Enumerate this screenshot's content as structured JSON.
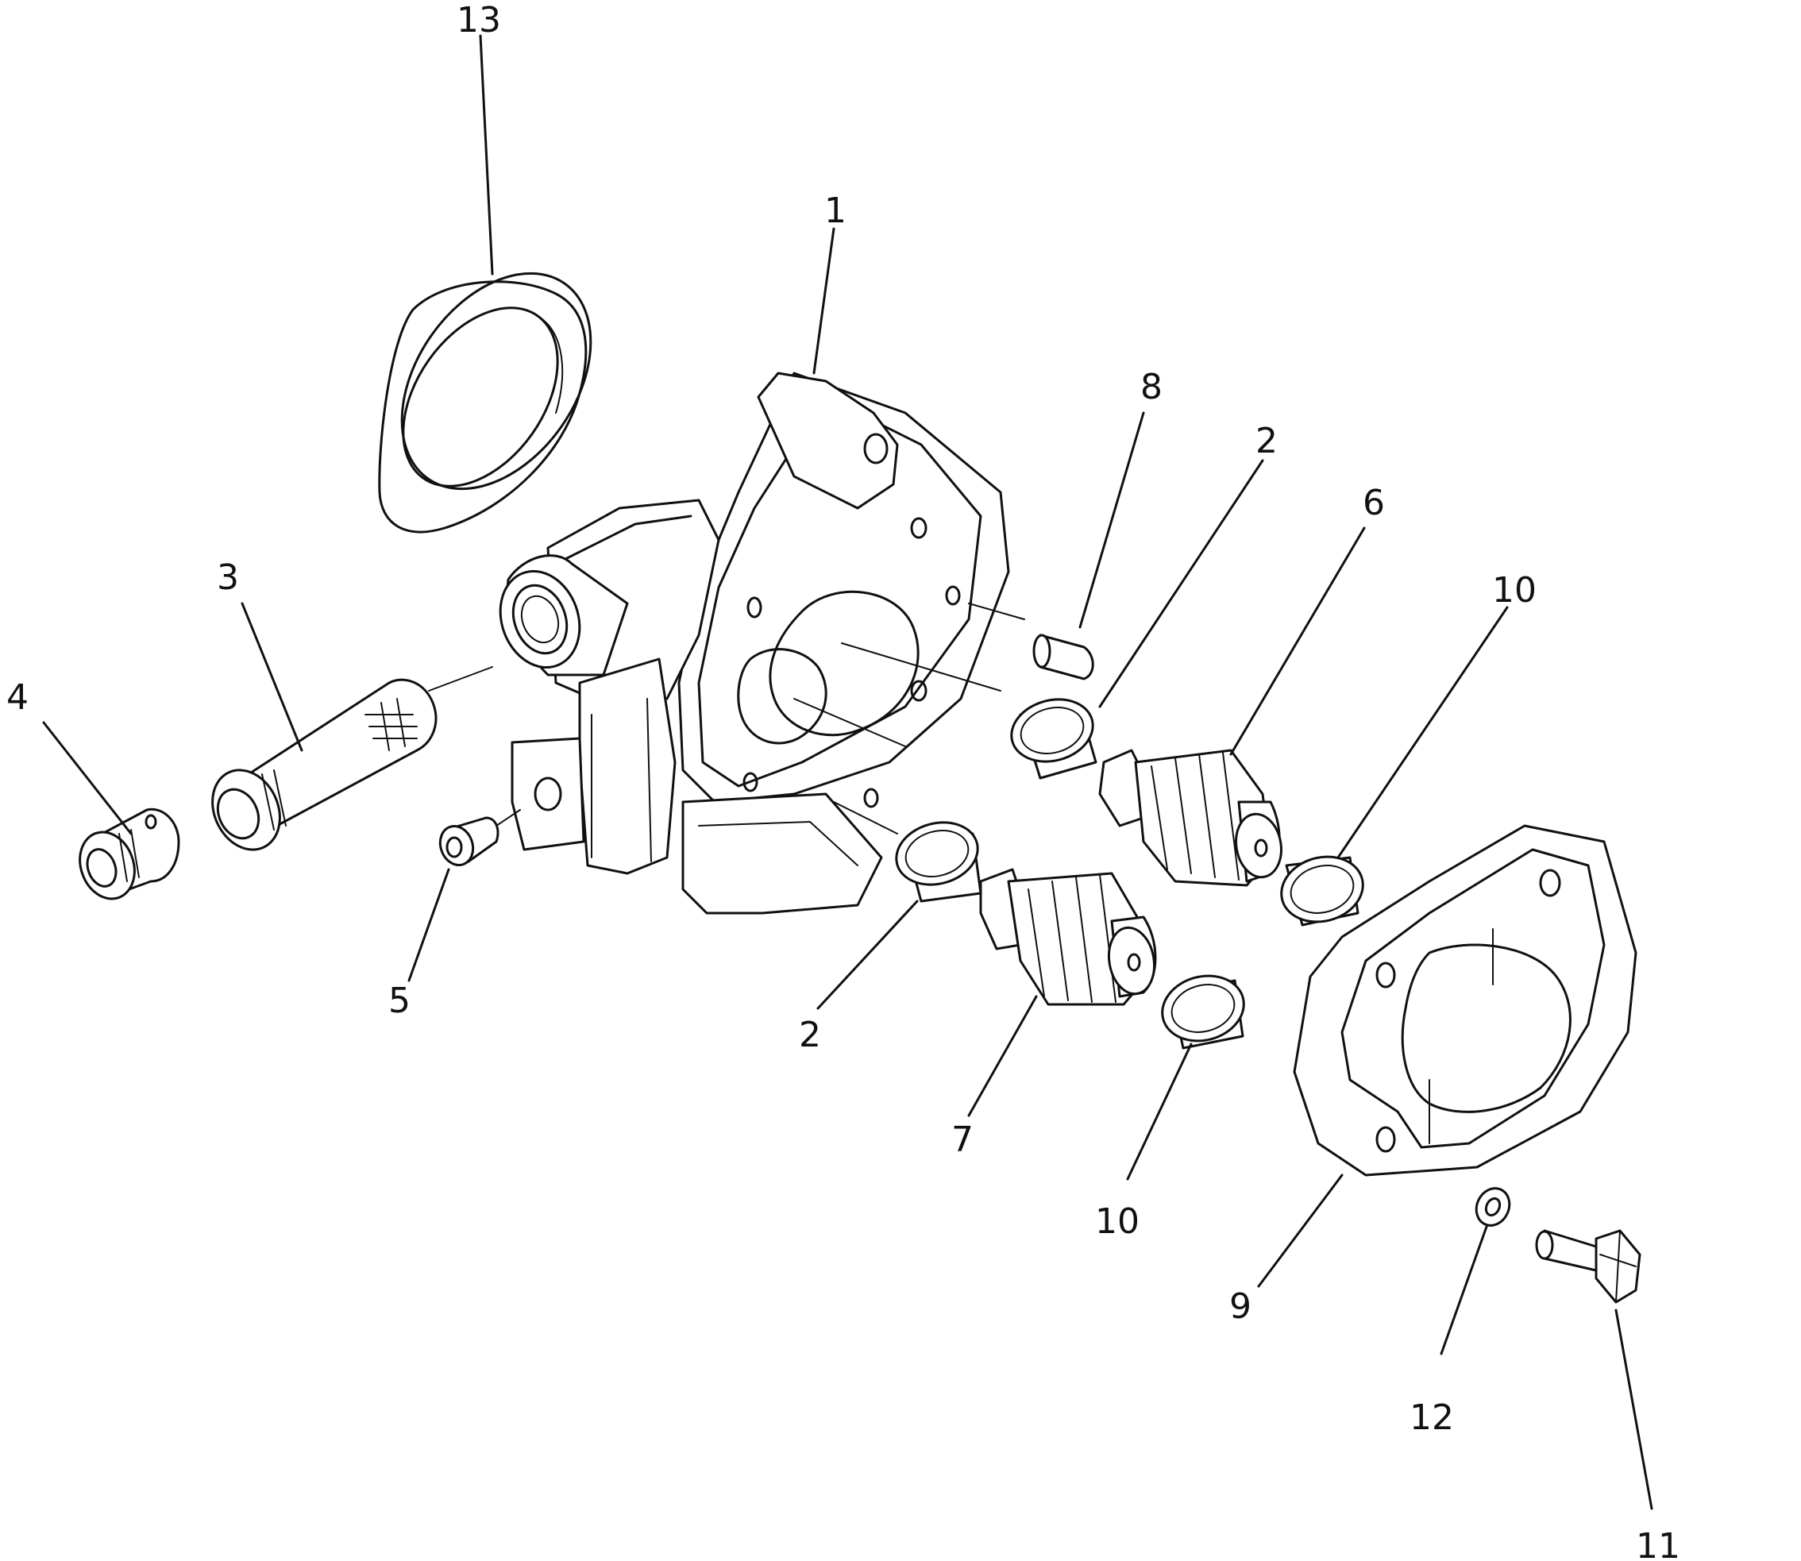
{
  "labels": {
    "p1": "1",
    "p2a": "2",
    "p2b": "2",
    "p3": "3",
    "p4": "4",
    "p5": "5",
    "p6": "6",
    "p7": "7",
    "p8": "8",
    "p9": "9",
    "p10a": "10",
    "p10b": "10",
    "p11": "11",
    "p12": "12",
    "p13": "13"
  }
}
